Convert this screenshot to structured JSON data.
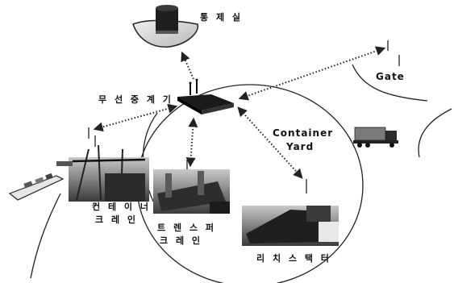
{
  "labels": {
    "control_room": "통 제 실",
    "gate": "Gate",
    "wireless_repeater": "무 선 중 계 기",
    "container_yard_line1": "Container",
    "container_yard_line2": "Yard",
    "container_crane_line1": "컨 테 이 너",
    "container_crane_line2": "크 레 인",
    "transfer_crane_line1": "트 렌 스 퍼",
    "transfer_crane_line2": "크 레 인",
    "reach_stacker": "리 치 스 택 터"
  },
  "icons": {
    "control_room": "control-room-building-icon",
    "repeater": "wireless-repeater-icon",
    "antenna": "antenna-icon",
    "truck": "container-truck-icon",
    "ship": "container-ship-icon",
    "container_crane": "container-crane-icon",
    "transfer_crane": "transfer-crane-icon",
    "reach_stacker": "reach-stacker-icon"
  },
  "colors": {
    "ink": "#111111",
    "link": "#222222",
    "pad": "#dcdcdc",
    "photo_dark": "#2a2a2a",
    "photo_mid": "#6e6e6e"
  }
}
